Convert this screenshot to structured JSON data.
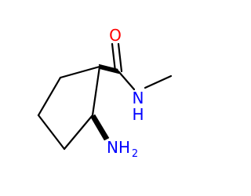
{
  "molecule": {
    "atoms": {
      "oxygen": {
        "symbol": "O",
        "color": "#ff0000"
      },
      "amide_nitrogen": {
        "symbol": "N",
        "hydrogen": "H",
        "color": "#0000ff"
      },
      "amine_nitrogen": {
        "symbol": "NH",
        "subscript": "2",
        "color": "#0000ff"
      }
    },
    "bond_color": "#000000"
  }
}
